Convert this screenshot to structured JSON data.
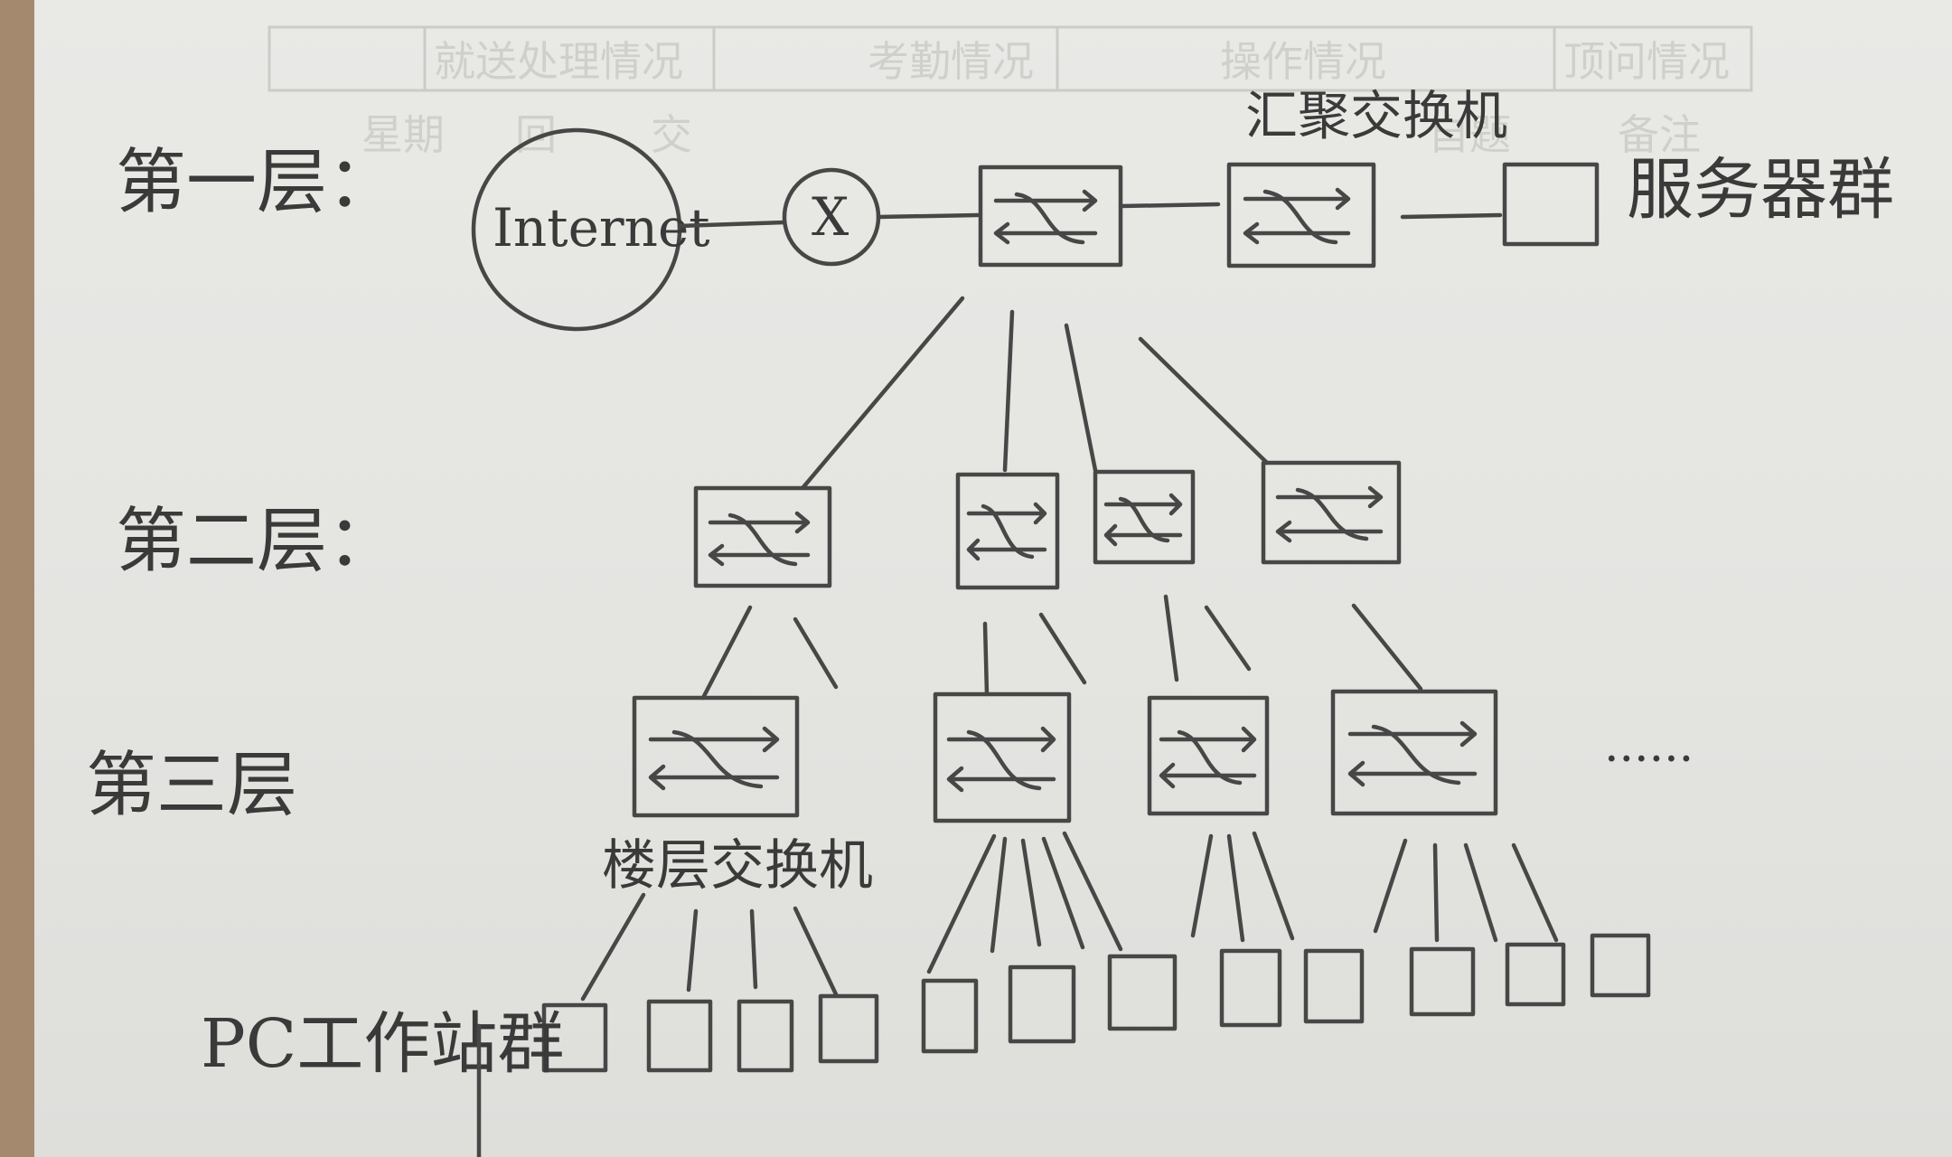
{
  "layers": {
    "layer1": "第一层：",
    "layer2": "第二层：",
    "layer3": "第三层"
  },
  "nodes": {
    "internet": "Internet",
    "router_symbol": "X"
  },
  "labels": {
    "aggregation_switch": "汇聚交换机",
    "server_cluster": "服务器群",
    "floor_switch": "楼层交换机",
    "pc_group": "PC工作站群",
    "ellipsis": "......"
  },
  "background_print": {
    "row1": [
      "就送处理情况",
      "考勤情况",
      "操作情况",
      "顶问情况"
    ],
    "row2": [
      "星期",
      "回",
      "交",
      "自题",
      "备注"
    ]
  },
  "colors": {
    "ink": "#474747",
    "paper": "#e6e6e3",
    "table_wood": "#a4896e"
  }
}
